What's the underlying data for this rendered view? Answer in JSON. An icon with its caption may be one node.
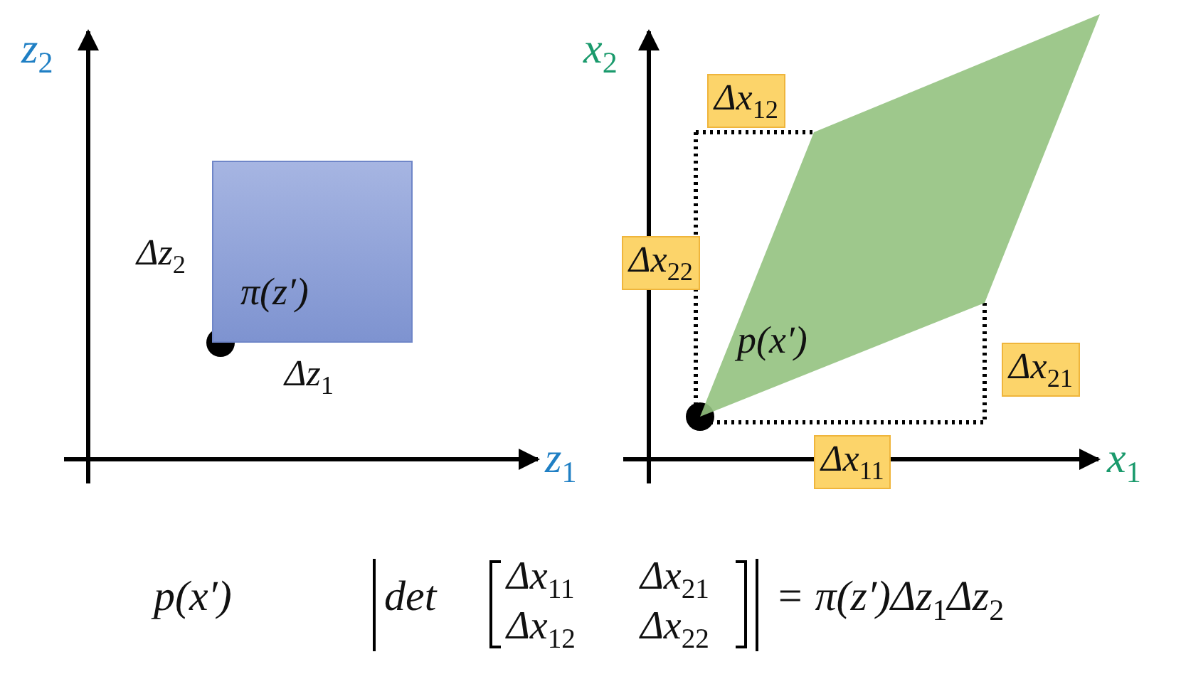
{
  "diagram": {
    "nodes": [
      {
        "text": [
          "π(z′)"
        ]
      },
      {
        "text": [
          "p(x′)"
        ]
      }
    ],
    "edges": [],
    "labels": [
      "z$_{2}$",
      "Δz$_{2}$",
      "Δz$_{1}$",
      "z$_{1}$",
      "x$_{2}$",
      "Δx$_{12}$",
      "Δx$_{22}$",
      "Δx$_{21}$",
      "Δx$_{11}$",
      "x$_{1}$",
      "p(x′)",
      "det",
      "Δx$_{11}$",
      "Δx$_{21}$",
      "Δx$_{12}$",
      "Δx$_{22}$",
      "= π(z′)Δz$_{1}$Δz$_{2}$"
    ]
  }
}
